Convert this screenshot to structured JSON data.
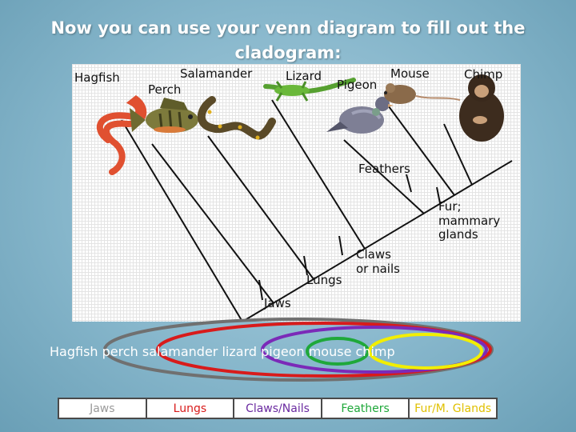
{
  "title": "Now you can use your venn diagram to fill out the cladogram:",
  "cladogram": {
    "taxa": [
      "Hagfish",
      "Perch",
      "Salamander",
      "Lizard",
      "Pigeon",
      "Mouse",
      "Chimp"
    ],
    "traits": [
      "Jaws",
      "Lungs",
      "Claws or nails",
      "Feathers",
      "Fur; mammary glands"
    ],
    "trait_lines": {
      "claws": [
        "Claws",
        "or nails"
      ],
      "fur": [
        "Fur;",
        "mammary",
        "glands"
      ]
    }
  },
  "venn": {
    "organisms": "Hagfish perch salamander lizard pigeon mouse chimp",
    "ring_colors": [
      "#707070",
      "#d81b1b",
      "#7b2ab8",
      "#1fa83a",
      "#f2ee00"
    ]
  },
  "trait_table": [
    {
      "label": "Jaws",
      "color": "#9a9a9a"
    },
    {
      "label": "Lungs",
      "color": "#d81b1b"
    },
    {
      "label": "Claws/Nails",
      "color": "#6a2aa0"
    },
    {
      "label": "Feathers",
      "color": "#1fa83a"
    },
    {
      "label": "Fur/M. Glands",
      "color": "#e0c000"
    }
  ]
}
